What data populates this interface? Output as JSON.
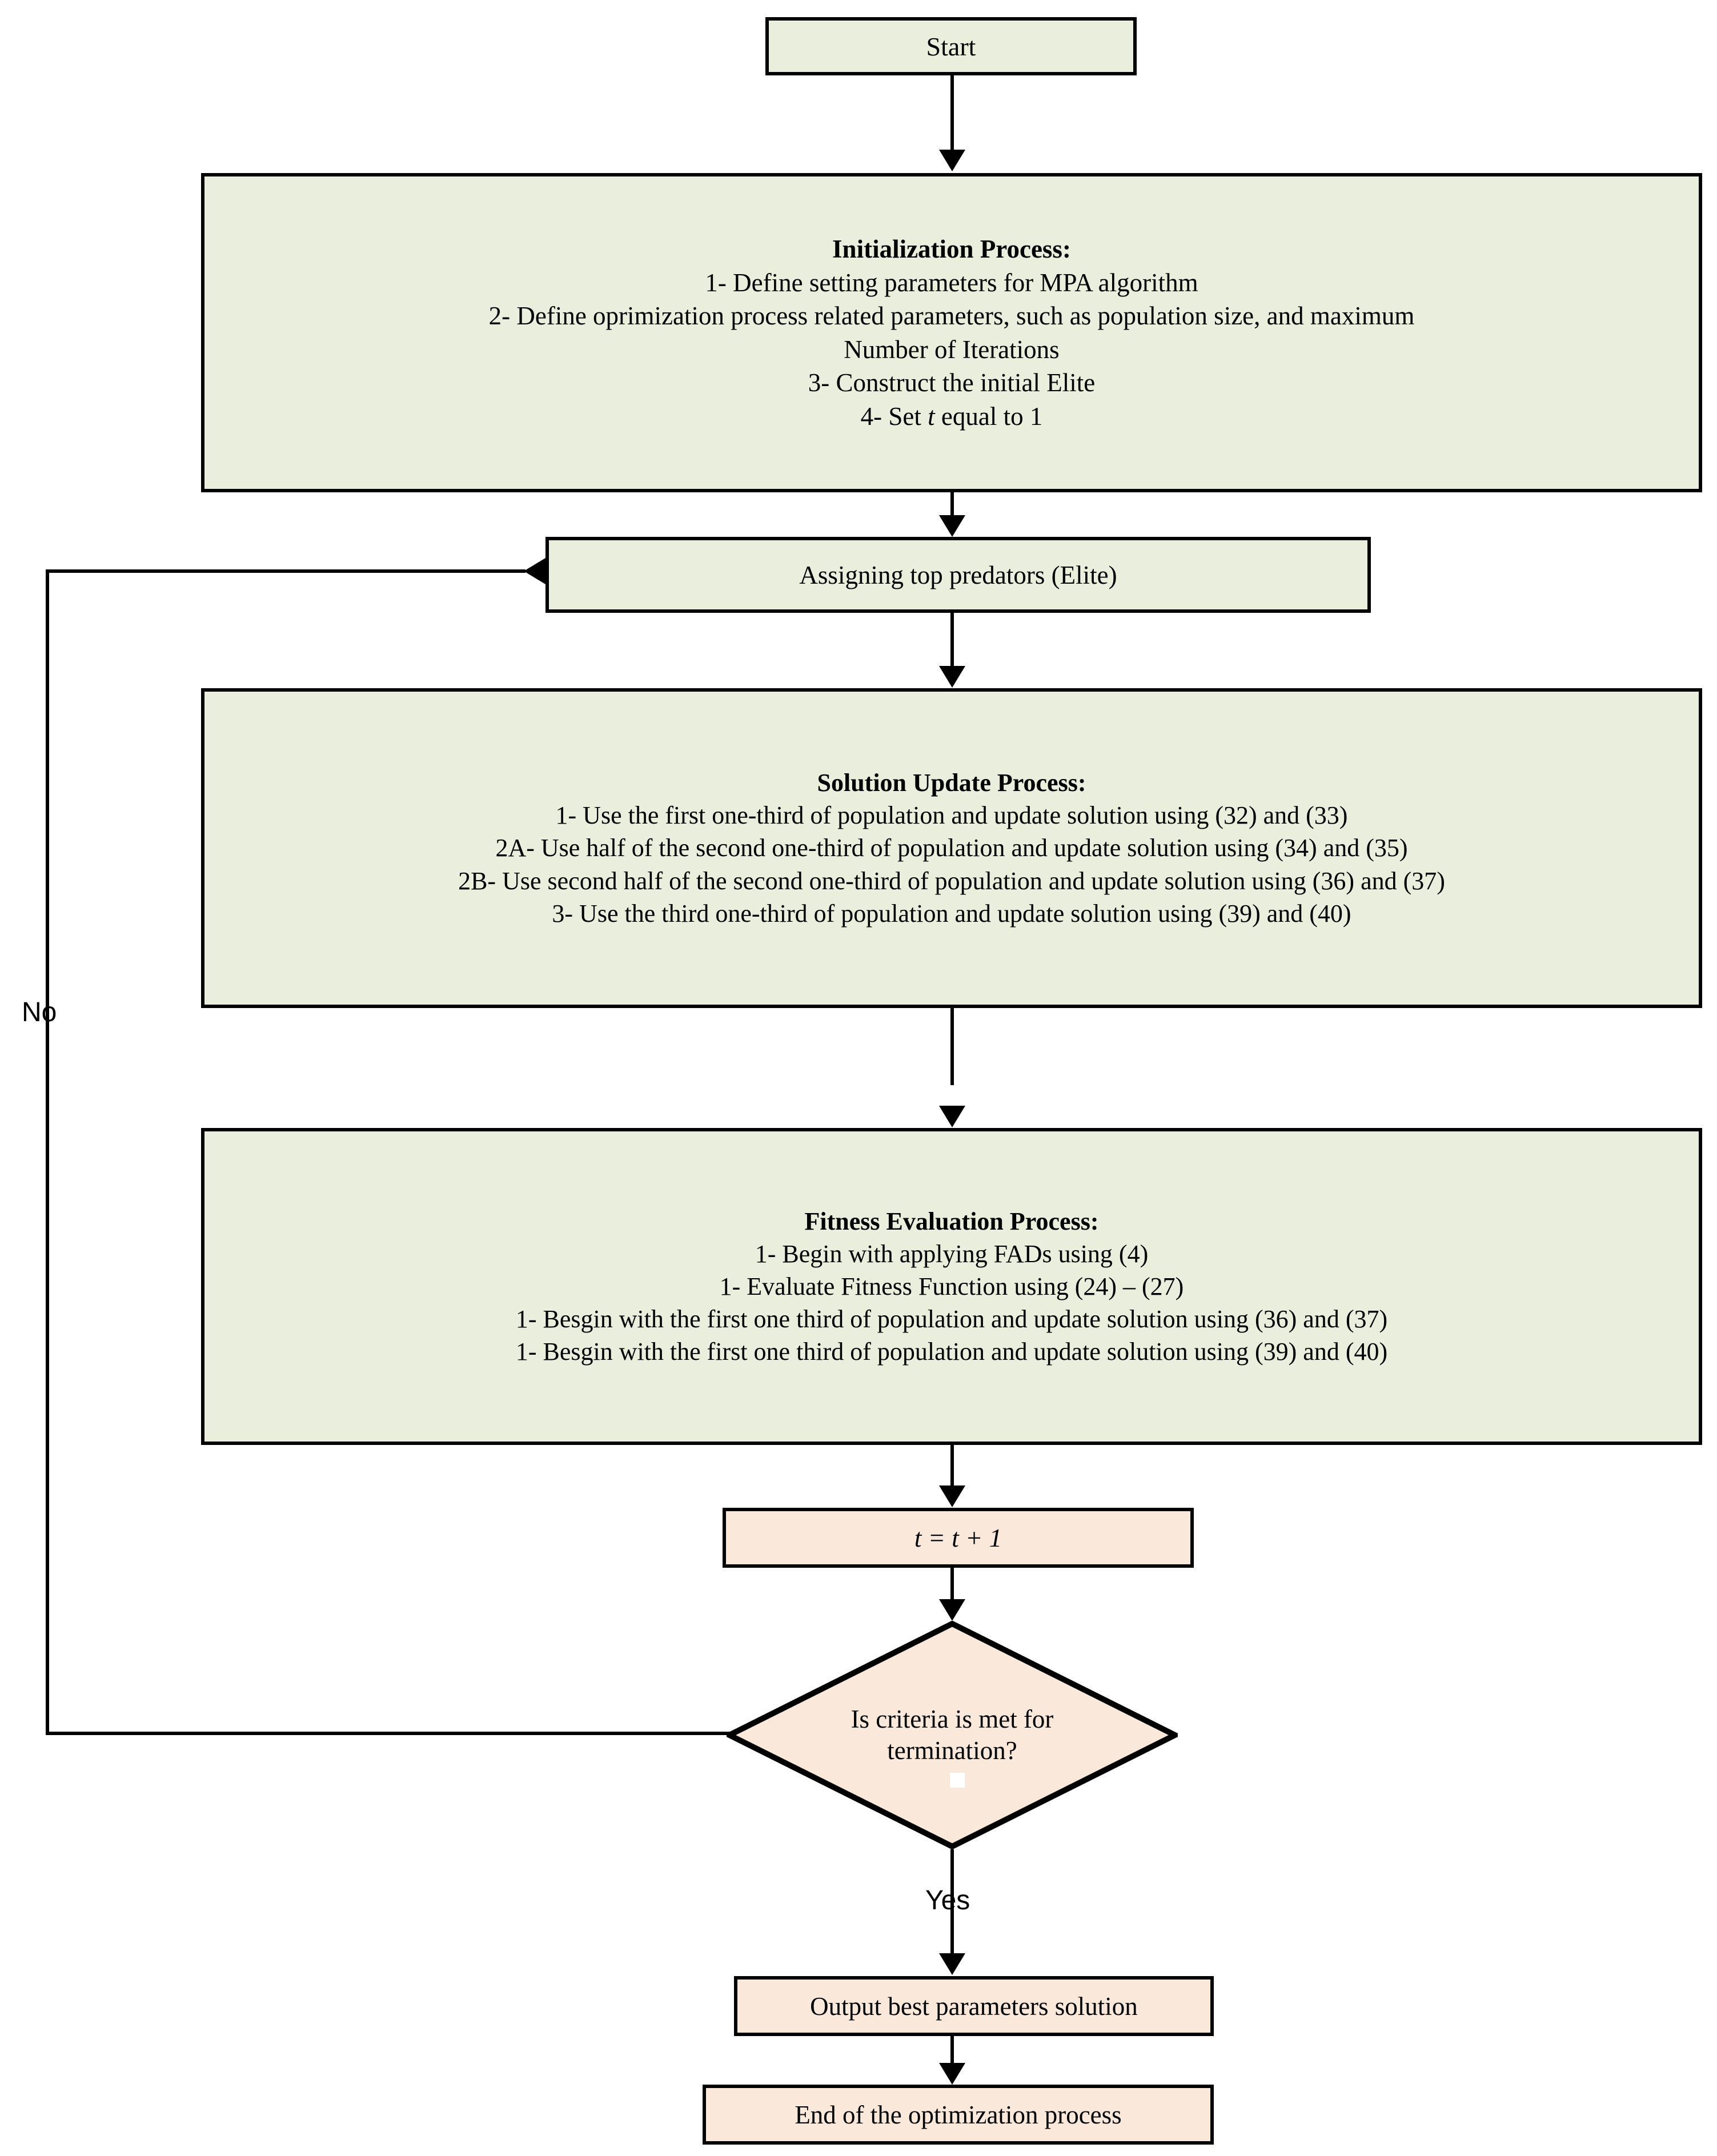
{
  "diagram": {
    "title": "MPA algorithm optimization flowchart",
    "colors": {
      "process_fill": "#e9eedd",
      "terminal_fill": "#fae8db",
      "stroke": "#000000",
      "background": "#ffffff"
    }
  },
  "nodes": {
    "start": {
      "label": "Start"
    },
    "initialization": {
      "title": "Initialization Process:",
      "lines": [
        "1- Define setting parameters for MPA algorithm",
        "2- Define oprimization process related parameters, such as population size, and maximum",
        "Number of Iterations",
        "3- Construct the initial Elite",
        "4- Set t equal to 1"
      ]
    },
    "assigning": {
      "label": "Assigning top predators (Elite)"
    },
    "solution_update": {
      "title": "Solution Update Process:",
      "lines": [
        "1- Use the first one-third of population and update solution using (32) and (33)",
        "2A- Use half of the second one-third of population and update solution using (34) and (35)",
        "2B- Use second half of the second one-third of population and update solution using (36) and (37)",
        "3- Use the third one-third of population and update solution using (39) and (40)"
      ]
    },
    "fitness_evaluation": {
      "title": "Fitness Evaluation Process:",
      "lines": [
        "1- Begin with applying FADs using (4)",
        "1- Evaluate Fitness Function using (24) – (27)",
        "1- Besgin with the first one third of population and update solution using (36) and (37)",
        "1- Besgin with the first one third of population and update solution using (39) and (40)"
      ]
    },
    "increment": {
      "label": "t = t + 1"
    },
    "decision": {
      "line1": "Is criteria is met for",
      "line2": "termination?"
    },
    "output": {
      "label": "Output best parameters solution"
    },
    "end": {
      "label": "End of the optimization process"
    }
  },
  "edges": {
    "no_label": "No",
    "yes_label": "Yes"
  }
}
